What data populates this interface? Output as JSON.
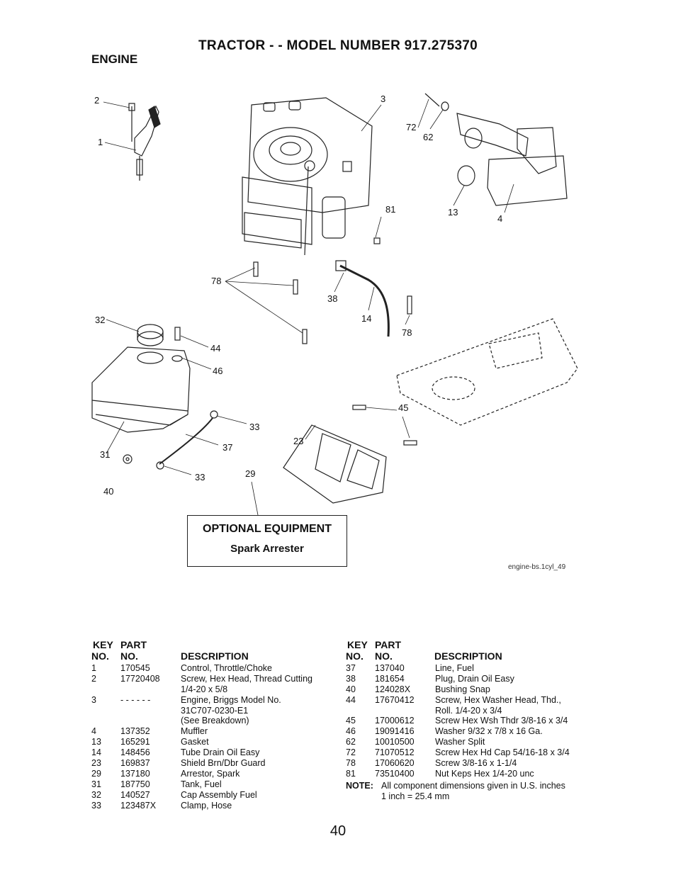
{
  "header": {
    "title": "TRACTOR - - MODEL NUMBER 917.275370",
    "section": "ENGINE"
  },
  "diagram": {
    "callouts": [
      "2",
      "1",
      "3",
      "72",
      "62",
      "81",
      "13",
      "4",
      "78",
      "38",
      "14",
      "78",
      "32",
      "44",
      "46",
      "45",
      "33",
      "37",
      "23",
      "31",
      "40",
      "33",
      "29"
    ],
    "optional_box": {
      "heading": "OPTIONAL EQUIPMENT",
      "item": "Spark Arrester"
    },
    "figure_id": "engine-bs.1cyl_49"
  },
  "table_headers": {
    "key_1": "KEY",
    "key_2": "NO.",
    "part_1": "PART",
    "part_2": "NO.",
    "desc": "DESCRIPTION"
  },
  "parts_left": [
    {
      "key": "1",
      "part": "170545",
      "desc": [
        "Control, Throttle/Choke"
      ]
    },
    {
      "key": "2",
      "part": "17720408",
      "desc": [
        "Screw, Hex Head, Thread Cutting",
        "1/4-20 x 5/8"
      ]
    },
    {
      "key": "3",
      "part": "- - - - - -",
      "desc": [
        "Engine, Briggs Model No.",
        "31C707-0230-E1",
        "(See Breakdown)"
      ]
    },
    {
      "key": "4",
      "part": "137352",
      "desc": [
        "Muffler"
      ]
    },
    {
      "key": "13",
      "part": "165291",
      "desc": [
        "Gasket"
      ]
    },
    {
      "key": "14",
      "part": "148456",
      "desc": [
        "Tube Drain Oil Easy"
      ]
    },
    {
      "key": "23",
      "part": "169837",
      "desc": [
        "Shield Brn/Dbr Guard"
      ]
    },
    {
      "key": "29",
      "part": "137180",
      "desc": [
        "Arrestor, Spark"
      ]
    },
    {
      "key": "31",
      "part": "187750",
      "desc": [
        "Tank, Fuel"
      ]
    },
    {
      "key": "32",
      "part": "140527",
      "desc": [
        "Cap Assembly Fuel"
      ]
    },
    {
      "key": "33",
      "part": "123487X",
      "desc": [
        "Clamp, Hose"
      ]
    }
  ],
  "parts_right": [
    {
      "key": "37",
      "part": "137040",
      "desc": [
        "Line, Fuel"
      ]
    },
    {
      "key": "38",
      "part": "181654",
      "desc": [
        "Plug, Drain Oil Easy"
      ]
    },
    {
      "key": "40",
      "part": "124028X",
      "desc": [
        "Bushing Snap"
      ]
    },
    {
      "key": "44",
      "part": "17670412",
      "desc": [
        "Screw, Hex Washer Head, Thd.,",
        "Roll. 1/4-20 x 3/4"
      ]
    },
    {
      "key": "45",
      "part": "17000612",
      "desc": [
        "Screw Hex Wsh Thdr 3/8-16 x 3/4"
      ]
    },
    {
      "key": "46",
      "part": "19091416",
      "desc": [
        "Washer 9/32 x 7/8 x 16 Ga."
      ]
    },
    {
      "key": "62",
      "part": "10010500",
      "desc": [
        "Washer Split"
      ]
    },
    {
      "key": "72",
      "part": "71070512",
      "desc": [
        "Screw Hex Hd Cap 54/16-18 x 3/4"
      ]
    },
    {
      "key": "78",
      "part": "17060620",
      "desc": [
        "Screw 3/8-16 x 1-1/4"
      ]
    },
    {
      "key": "81",
      "part": "73510400",
      "desc": [
        "Nut Keps Hex 1/4-20 unc"
      ]
    }
  ],
  "note": {
    "label": "NOTE:",
    "line1": "All component dimensions given in U.S. inches",
    "line2": "1 inch = 25.4 mm"
  },
  "page_number": "40"
}
